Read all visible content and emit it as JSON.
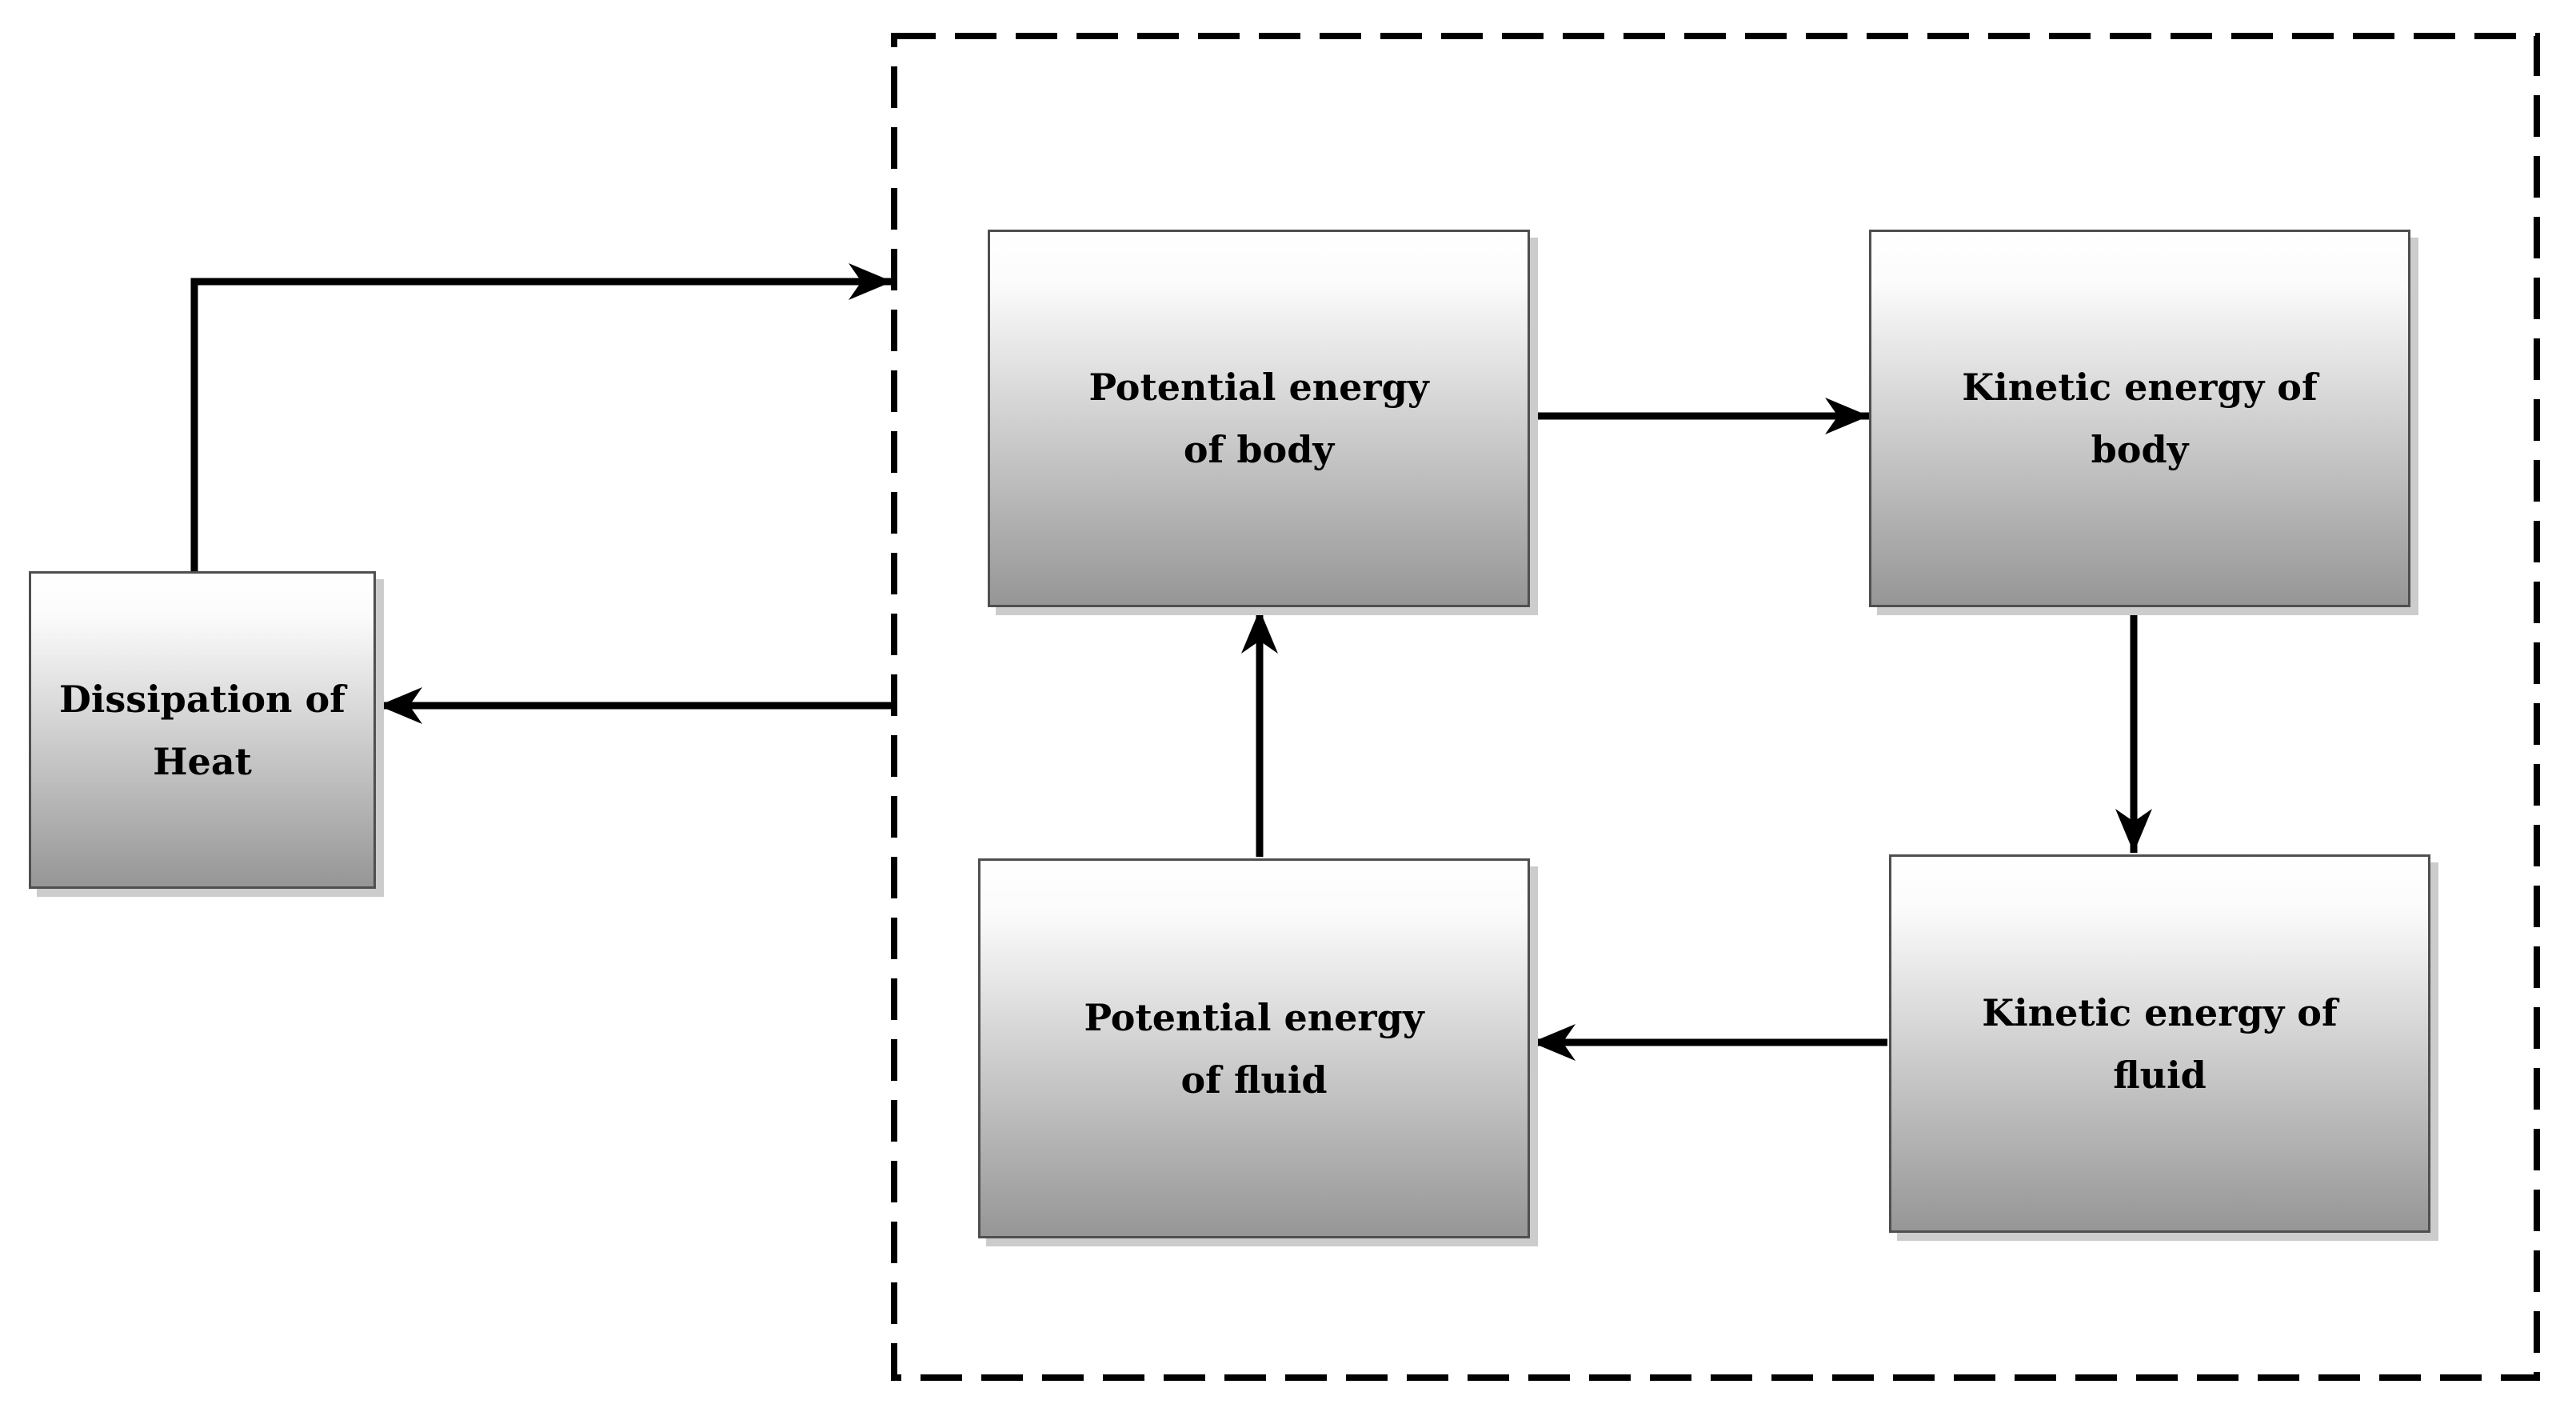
{
  "diagram": {
    "type": "flow-diagram",
    "title": "",
    "boxes": [
      {
        "name": "dissipation-of-heat",
        "line1": "Dissipation of",
        "line2": "Heat"
      },
      {
        "name": "potential-energy-of-body",
        "line1": "Potential energy",
        "line2": "of body"
      },
      {
        "name": "kinetic-energy-of-body",
        "line1": "Kinetic energy of",
        "line2": "body"
      },
      {
        "name": "kinetic-energy-of-fluid",
        "line1": "Kinetic energy of",
        "line2": "fluid"
      },
      {
        "name": "potential-energy-of-fluid",
        "line1": "Potential energy",
        "line2": "of fluid"
      }
    ],
    "edges": [
      {
        "from": "potential-energy-of-body",
        "to": "kinetic-energy-of-body"
      },
      {
        "from": "kinetic-energy-of-body",
        "to": "kinetic-energy-of-fluid"
      },
      {
        "from": "kinetic-energy-of-fluid",
        "to": "potential-energy-of-fluid"
      },
      {
        "from": "potential-energy-of-fluid",
        "to": "potential-energy-of-body"
      },
      {
        "from": "system-boundary",
        "to": "dissipation-of-heat"
      },
      {
        "from": "dissipation-of-heat",
        "to": "system-boundary"
      }
    ],
    "boundary": {
      "style": "dashed",
      "name": "system-boundary"
    },
    "colors": {
      "line_color": "#000000",
      "box_border": "#4f4f4f",
      "box_gradient_top": "#ffffff",
      "box_gradient_bottom": "#969696",
      "box_shadow": "#cccccc",
      "background": "#ffffff"
    }
  }
}
